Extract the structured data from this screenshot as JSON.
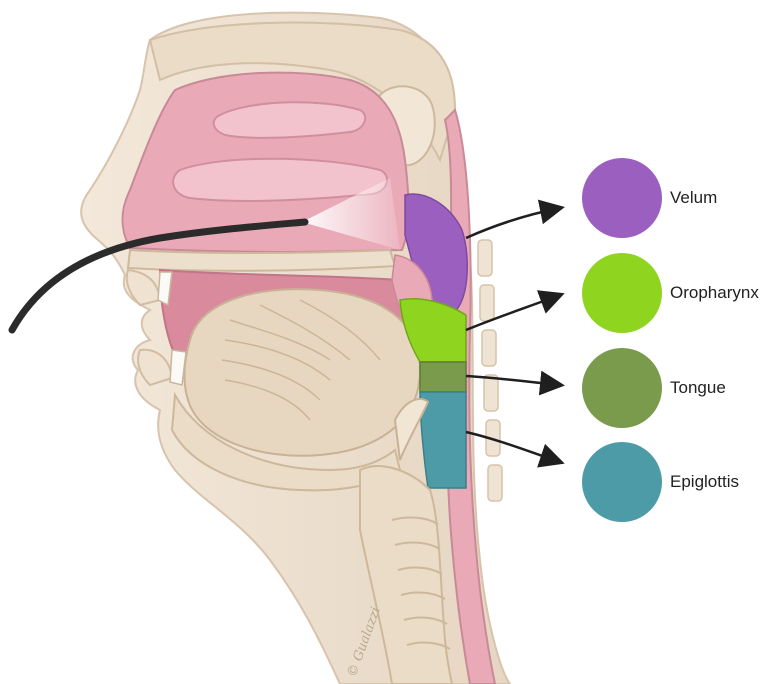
{
  "diagram": {
    "title": "",
    "signature": "© Gualazzi",
    "legend": [
      {
        "label": "Velum",
        "color": "#9b5fc0",
        "icon": "purple-circle"
      },
      {
        "label": "Oropharynx",
        "color": "#8fd41f",
        "icon": "green-circle"
      },
      {
        "label": "Tongue",
        "color": "#7a9a4c",
        "icon": "olive-circle"
      },
      {
        "label": "Epiglottis",
        "color": "#4e9ba8",
        "icon": "teal-circle"
      }
    ]
  },
  "colors": {
    "skin": "#efe3d4",
    "skin_shadow": "#e0cfbb",
    "bone": "#e9dcc8",
    "mucosa": "#e8a7b4",
    "mucosa_dark": "#c9788d",
    "endoscope": "#2b2b2b",
    "arrow": "#1f1f1f"
  }
}
